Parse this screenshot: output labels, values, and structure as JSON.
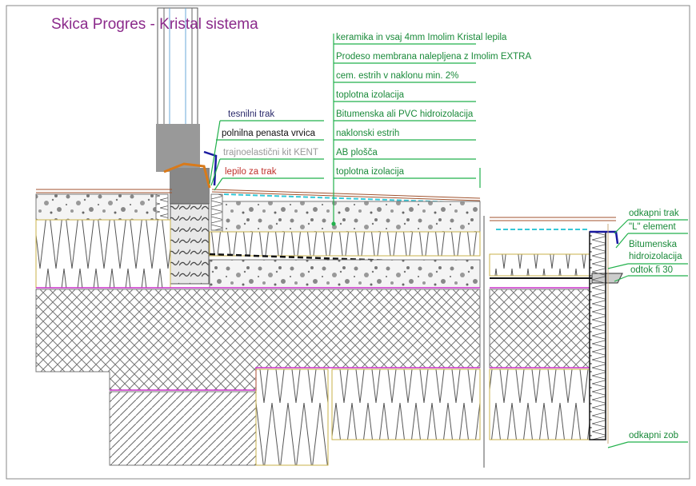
{
  "title": "Skica Progres - Kristal sistema",
  "layer_labels": [
    "keramika in vsaj 4mm Imolim Kristal lepila",
    "Prodeso membrana nalepljena z Imolim EXTRA",
    "cem. estrih v naklonu min. 2%",
    "toplotna izolacija",
    "Bitumenska ali PVC hidroizolacija",
    "naklonski estrih",
    "AB plošča",
    "toplotna izolacija"
  ],
  "door_labels": {
    "tesnilni": "tesnilni trak",
    "polnilna": "polnilna penasta vrvica",
    "kit": "trajnoelastični kit KENT",
    "lepilo": "lepilo za trak"
  },
  "edge_labels": {
    "odkapni_trak": "odkapni trak",
    "l_element": "\"L\" element",
    "bitumenska_1": "Bitumenska",
    "bitumenska_2": "hidroizolacija",
    "odtok": "odtok fi 30",
    "odkapni_zob": "odkapni zob"
  },
  "colors": {
    "title": "#8b2a8b",
    "leader": "#22b14c",
    "membrane": "#cc33cc"
  }
}
